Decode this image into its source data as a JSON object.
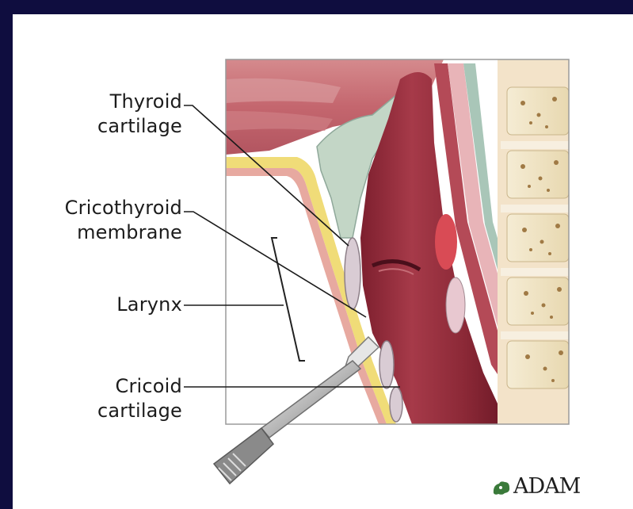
{
  "labels": {
    "thyroid": [
      "Thyroid",
      "cartilage"
    ],
    "cricothyroid": [
      "Cricothyroid",
      "membrane"
    ],
    "larynx": "Larynx",
    "cricoid": [
      "Cricoid",
      "cartilage"
    ]
  },
  "logo": {
    "text": "ADAM"
  },
  "colors": {
    "background": "#0f0d3f",
    "panel": "#ffffff",
    "muscle": "#c4666e",
    "larynx": "#9b2f3d",
    "cartilage": "#c8d8c8",
    "bone": "#f1e6c8"
  }
}
